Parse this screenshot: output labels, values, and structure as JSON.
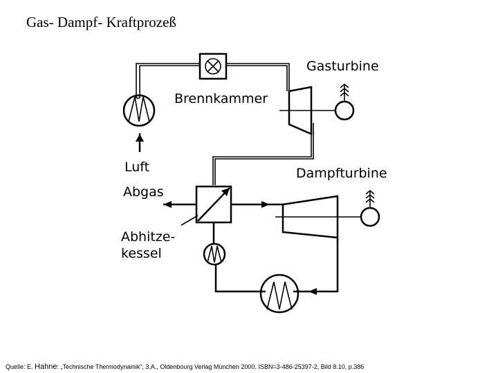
{
  "title": "Gas- Dampf- Kraftprozeß",
  "labels": {
    "gasturbine": "Gasturbine",
    "brennkammer": "Brennkammer",
    "luft": "Luft",
    "abgas": "Abgas",
    "dampfturbine": "Dampfturbine",
    "abhitze_line1": "Abhitze-",
    "abhitze_line2": "kessel"
  },
  "source": {
    "prefix": "Quelle: E. ",
    "author": "Hahne",
    "rest": ": „Technische Thermodynamik“, 3.A., Oldenbourg Verlag München 2000, ISBN=3-486-25397-2, Bild 8.10, p.386"
  }
}
